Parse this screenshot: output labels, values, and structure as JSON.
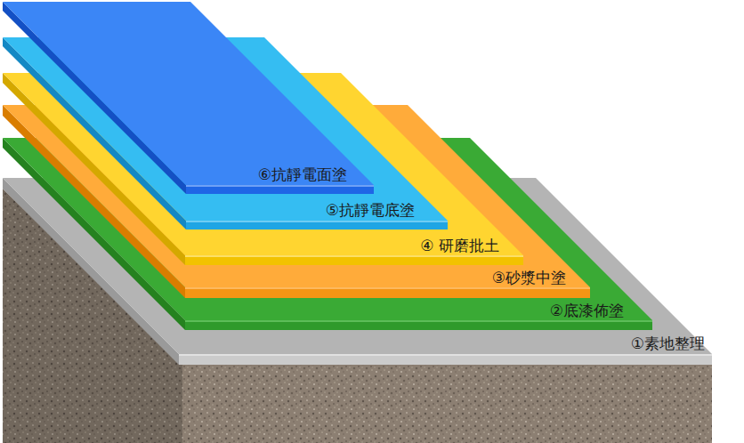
{
  "diagram": {
    "nodes": [
      {
        "text": [
          "①素地整理"
        ]
      },
      {
        "text": [
          "②底漆佈塗"
        ]
      },
      {
        "text": [
          "③砂漿中塗"
        ]
      },
      {
        "text": [
          "④ 研磨批土"
        ]
      },
      {
        "text": [
          "⑤抗靜電底塗"
        ]
      },
      {
        "text": [
          "⑥抗靜電面塗"
        ]
      }
    ]
  }
}
